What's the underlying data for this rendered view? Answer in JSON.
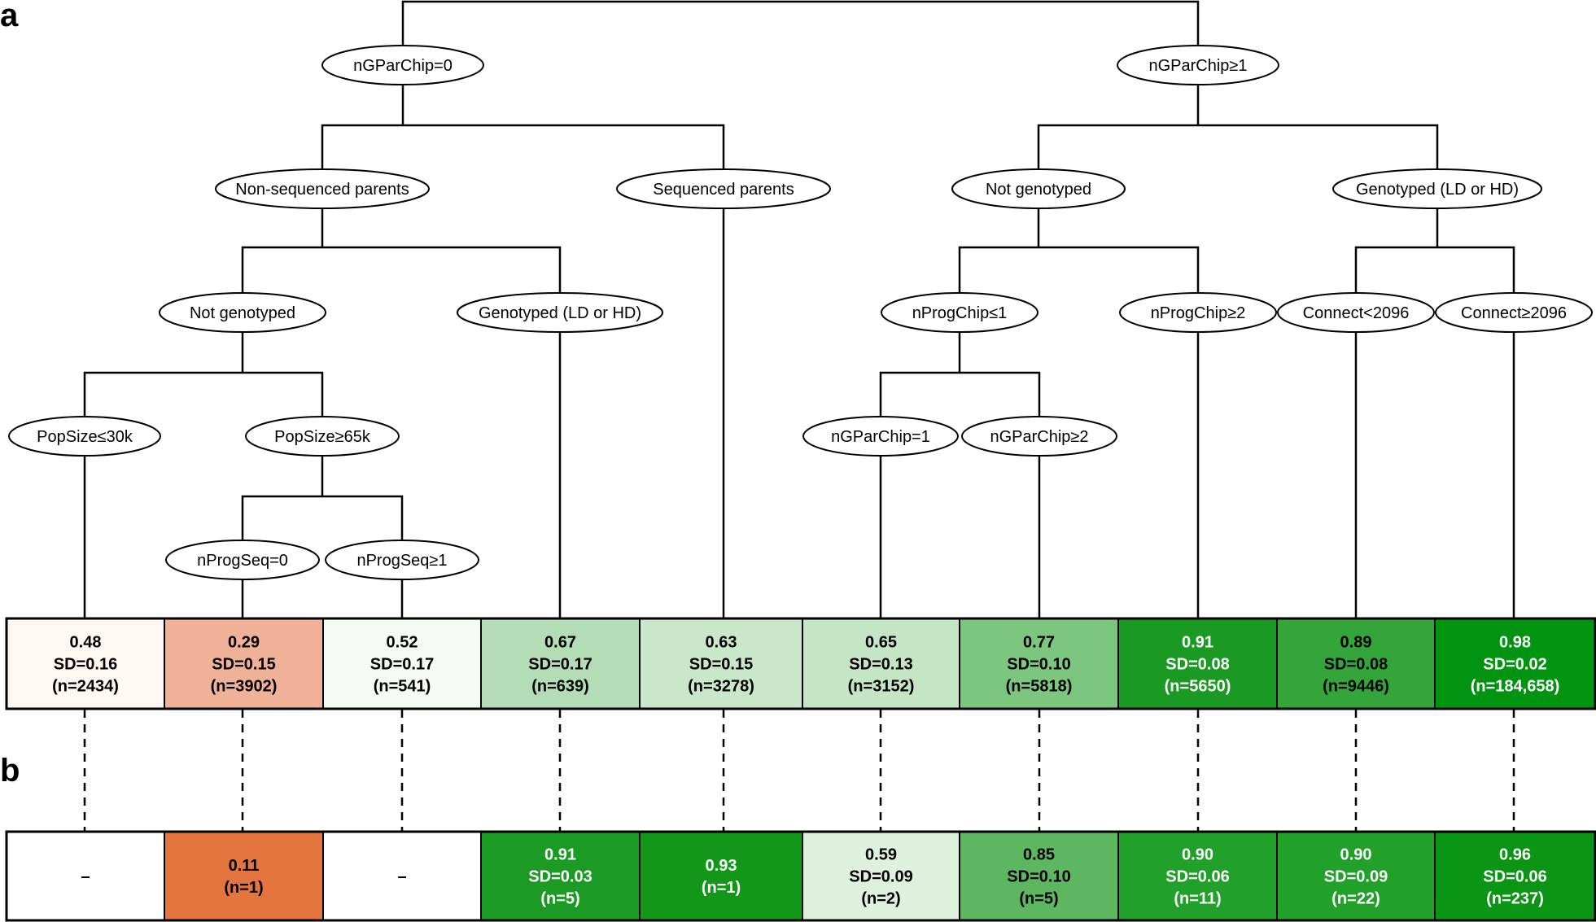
{
  "panels": {
    "a": "a",
    "b": "b"
  },
  "nodes": {
    "ngparchip0": "nGParChip=0",
    "ngparchip1": "nGParChip≥1",
    "nonseq": "Non-sequenced parents",
    "seq": "Sequenced parents",
    "notgeno_r": "Not genotyped",
    "geno_r": "Genotyped (LD or HD)",
    "notgeno_l": "Not genotyped",
    "geno_l": "Genotyped (LD or HD)",
    "nprogchip1": "nProgChip≤1",
    "nprogchip2": "nProgChip≥2",
    "connect_lt": "Connect<2096",
    "connect_ge": "Connect≥2096",
    "popsize30": "PopSize≤30k",
    "popsize65": "PopSize≥65k",
    "ngparchip_eq1": "nGParChip=1",
    "ngparchip_ge2": "nGParChip≥2",
    "nprogseq0": "nProgSeq=0",
    "nprogseq1": "nProgSeq≥1"
  },
  "row_a": [
    {
      "lines": [
        "0.48",
        "SD=0.16",
        "(n=2434)"
      ],
      "color": "#fff7f2",
      "text_color": "#000000"
    },
    {
      "lines": [
        "0.29",
        "SD=0.15",
        "(n=3902)"
      ],
      "color": "#efb197",
      "text_color": "#000000"
    },
    {
      "lines": [
        "0.52",
        "SD=0.17",
        "(n=541)"
      ],
      "color": "#f4fbf4",
      "text_color": "#000000"
    },
    {
      "lines": [
        "0.67",
        "SD=0.17",
        "(n=639)"
      ],
      "color": "#b3deb5",
      "text_color": "#000000"
    },
    {
      "lines": [
        "0.63",
        "SD=0.15",
        "(n=3278)"
      ],
      "color": "#c9e8ca",
      "text_color": "#000000"
    },
    {
      "lines": [
        "0.65",
        "SD=0.13",
        "(n=3152)"
      ],
      "color": "#c4e6c5",
      "text_color": "#000000"
    },
    {
      "lines": [
        "0.77",
        "SD=0.10",
        "(n=5818)"
      ],
      "color": "#7dc67f",
      "text_color": "#000000"
    },
    {
      "lines": [
        "0.91",
        "SD=0.08",
        "(n=5650)"
      ],
      "color": "#1a9a22",
      "text_color": "#ffffff"
    },
    {
      "lines": [
        "0.89",
        "SD=0.08",
        "(n=9446)"
      ],
      "color": "#33a53a",
      "text_color": "#000000"
    },
    {
      "lines": [
        "0.98",
        "SD=0.02",
        "(n=184,658)"
      ],
      "color": "#009410",
      "text_color": "#ffffff"
    }
  ],
  "row_b": [
    {
      "lines": [
        "–"
      ],
      "color": "#ffffff",
      "text_color": "#000000"
    },
    {
      "lines": [
        "0.11",
        "(n=1)"
      ],
      "color": "#e5753f",
      "text_color": "#000000"
    },
    {
      "lines": [
        "–"
      ],
      "color": "#ffffff",
      "text_color": "#000000"
    },
    {
      "lines": [
        "0.91",
        "SD=0.03",
        "(n=5)"
      ],
      "color": "#1c9b24",
      "text_color": "#ffffff"
    },
    {
      "lines": [
        "0.93",
        "(n=1)"
      ],
      "color": "#129719",
      "text_color": "#ffffff"
    },
    {
      "lines": [
        "0.59",
        "SD=0.09",
        "(n=2)"
      ],
      "color": "#ddf1dd",
      "text_color": "#000000"
    },
    {
      "lines": [
        "0.85",
        "SD=0.10",
        "(n=5)"
      ],
      "color": "#5cb760",
      "text_color": "#000000"
    },
    {
      "lines": [
        "0.90",
        "SD=0.06",
        "(n=11)"
      ],
      "color": "#21a02a",
      "text_color": "#ffffff"
    },
    {
      "lines": [
        "0.90",
        "SD=0.09",
        "(n=22)"
      ],
      "color": "#21a02a",
      "text_color": "#ffffff"
    },
    {
      "lines": [
        "0.96",
        "SD=0.06",
        "(n=237)"
      ],
      "color": "#0a9514",
      "text_color": "#ffffff"
    }
  ]
}
